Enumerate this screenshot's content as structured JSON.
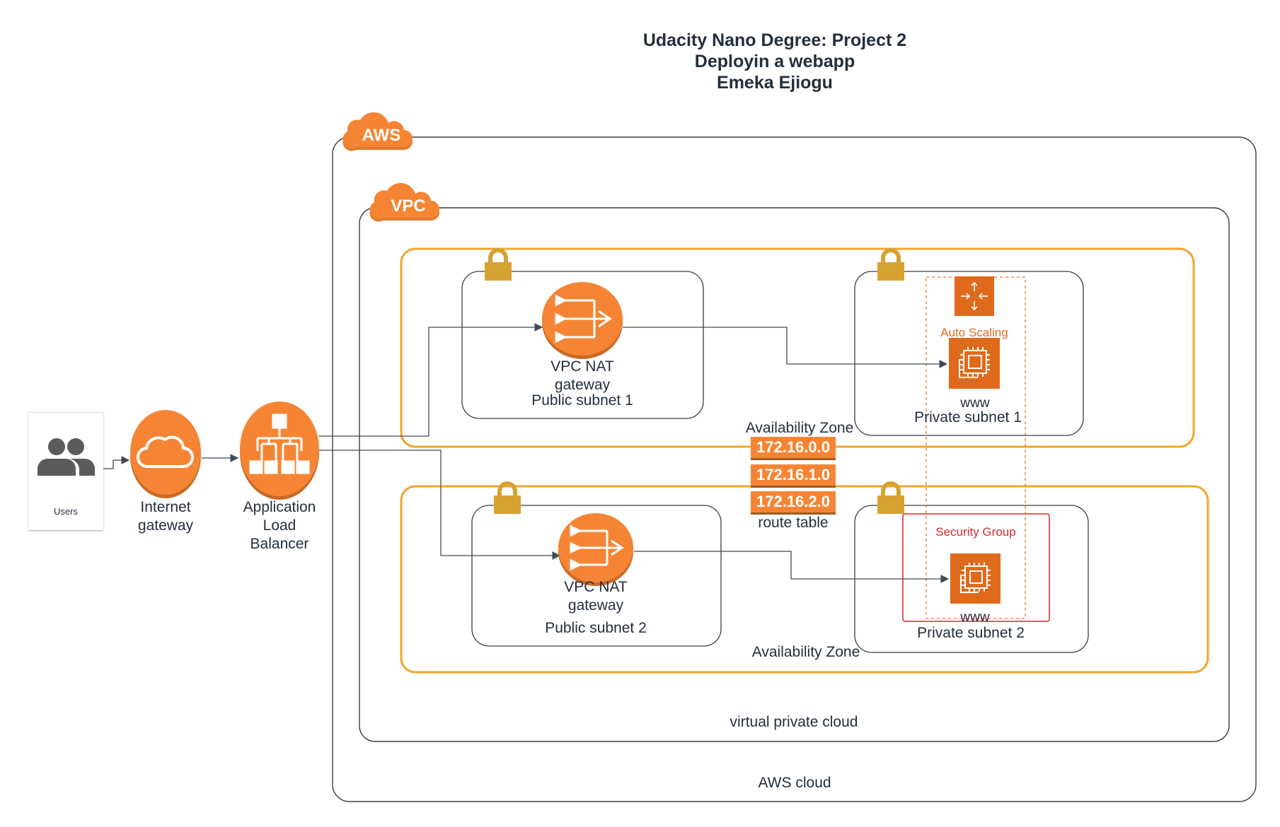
{
  "title": {
    "line1": "Udacity Nano Degree: Project 2",
    "line2": "Deployin a webapp",
    "line3": "Emeka Ejiogu"
  },
  "badges": {
    "aws": "AWS",
    "vpc": "VPC"
  },
  "users": {
    "label": "Users"
  },
  "internet_gateway": {
    "line1": "Internet",
    "line2": "gateway"
  },
  "load_balancer": {
    "line1": "Application",
    "line2": "Load",
    "line3": "Balancer"
  },
  "nat1": {
    "line1": "VPC NAT",
    "line2": "gateway",
    "subnet": "Public subnet 1"
  },
  "nat2": {
    "line1": "VPC NAT",
    "line2": "gateway",
    "subnet": "Public subnet 2"
  },
  "private1": {
    "server": "www",
    "subnet": "Private subnet 1"
  },
  "private2": {
    "server": "www",
    "subnet": "Private subnet 2"
  },
  "auto_scaling": {
    "label": "Auto Scaling"
  },
  "security_group": {
    "label": "Security Group"
  },
  "availability_zone_1": "Availability Zone",
  "availability_zone_2": "Availability Zone",
  "route_table": {
    "entries": [
      "172.16.0.0",
      "172.16.1.0",
      "172.16.2.0"
    ],
    "label": "route table"
  },
  "vpc_label": "virtual private cloud",
  "aws_cloud_label": "AWS cloud",
  "colors": {
    "orange": "#f58534",
    "orange_dark": "#e07b2e",
    "zone_border": "#f4a42c",
    "lock": "#d6a232",
    "ec2": "#e06a1b",
    "security_group": "#d9262d",
    "auto_scaling_text": "#e06a1b",
    "line": "#3f4a57"
  },
  "icons": {
    "users": "users-icon",
    "internet_gateway": "cloud-icon",
    "load_balancer": "hierarchy-icon",
    "nat_gateway": "nat-arrows-icon",
    "ec2": "chip-icon",
    "auto_scaling": "auto-scaling-icon",
    "lock": "lock-icon"
  }
}
